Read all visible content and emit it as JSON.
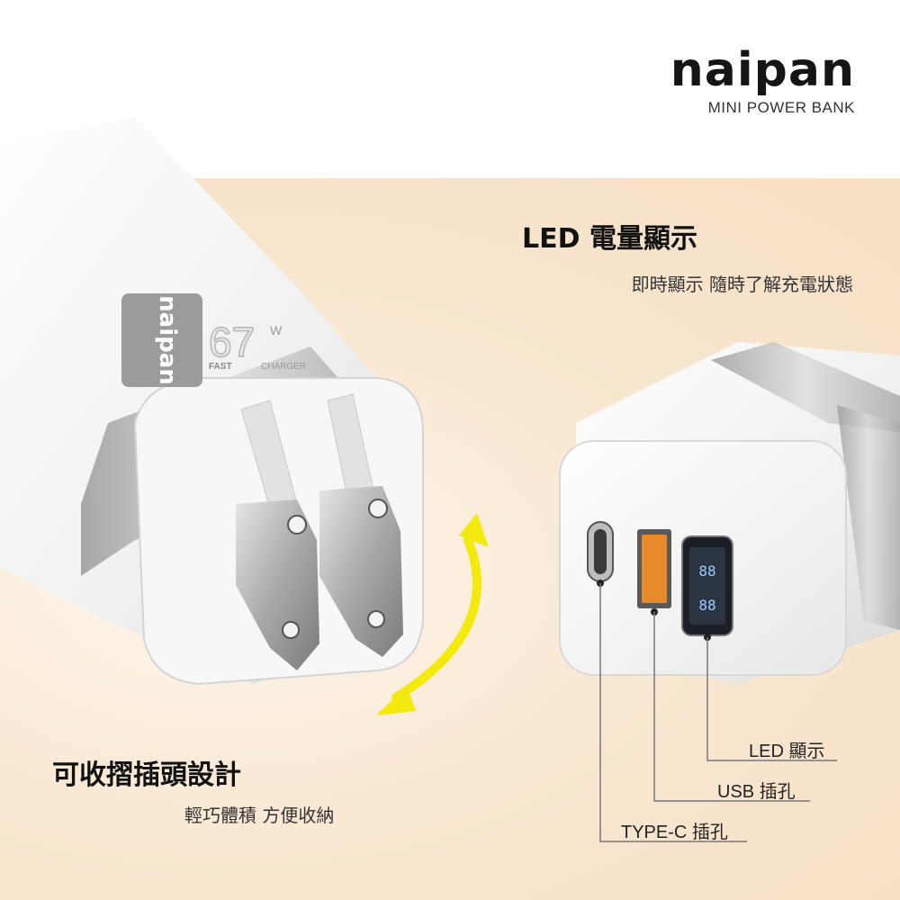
{
  "brand": {
    "name": "naipan",
    "subtitle": "MINI POWER BANK"
  },
  "feature_led": {
    "title": "LED 電量顯示",
    "subtitle": "即時顯示 隨時了解充電狀態"
  },
  "feature_fold": {
    "title": "可收摺插頭設計",
    "subtitle": "輕巧體積 方便收納"
  },
  "device_label": {
    "logo": "naipan",
    "wattage": "67",
    "unit": "W",
    "tagline": "FAST",
    "tagline2": "CHARGER"
  },
  "callouts": {
    "led": "LED 顯示",
    "usb": "USB 插孔",
    "typec": "TYPE-C 插孔"
  },
  "colors": {
    "accent_arrow": "#f4e90c",
    "background_band": "#f8e4cc",
    "device_body": "#f4f4f4",
    "metal_band": "#b8b8b8"
  }
}
